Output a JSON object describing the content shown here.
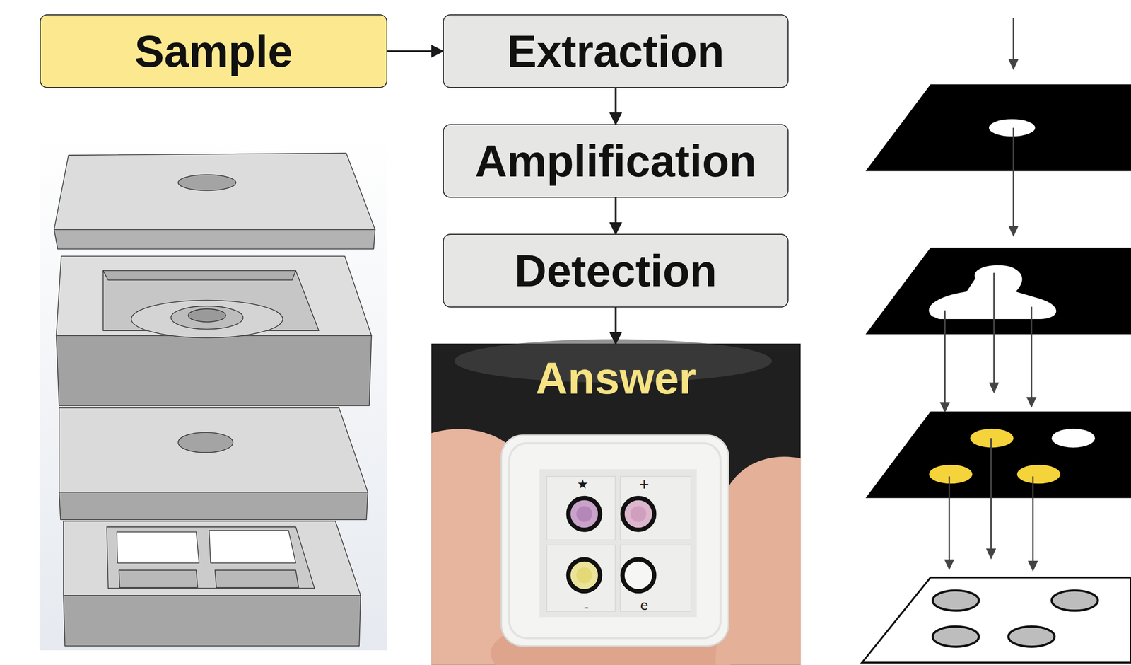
{
  "diagram": {
    "nodes": [
      {
        "text": [
          "Sample"
        ]
      },
      {
        "text": [
          "Extraction"
        ]
      },
      {
        "text": [
          "Amplification"
        ]
      },
      {
        "text": [
          "Detection"
        ]
      },
      {
        "text": [
          "Answer"
        ]
      }
    ],
    "edges": [
      {
        "from": 0,
        "to": 1,
        "arrow": "to"
      },
      {
        "from": 1,
        "to": 2,
        "arrow": "to"
      },
      {
        "from": 2,
        "to": 3,
        "arrow": "to"
      },
      {
        "from": 3,
        "to": 4,
        "arrow": "to"
      }
    ],
    "labels": [
      "★",
      "+",
      "-",
      "e"
    ]
  }
}
